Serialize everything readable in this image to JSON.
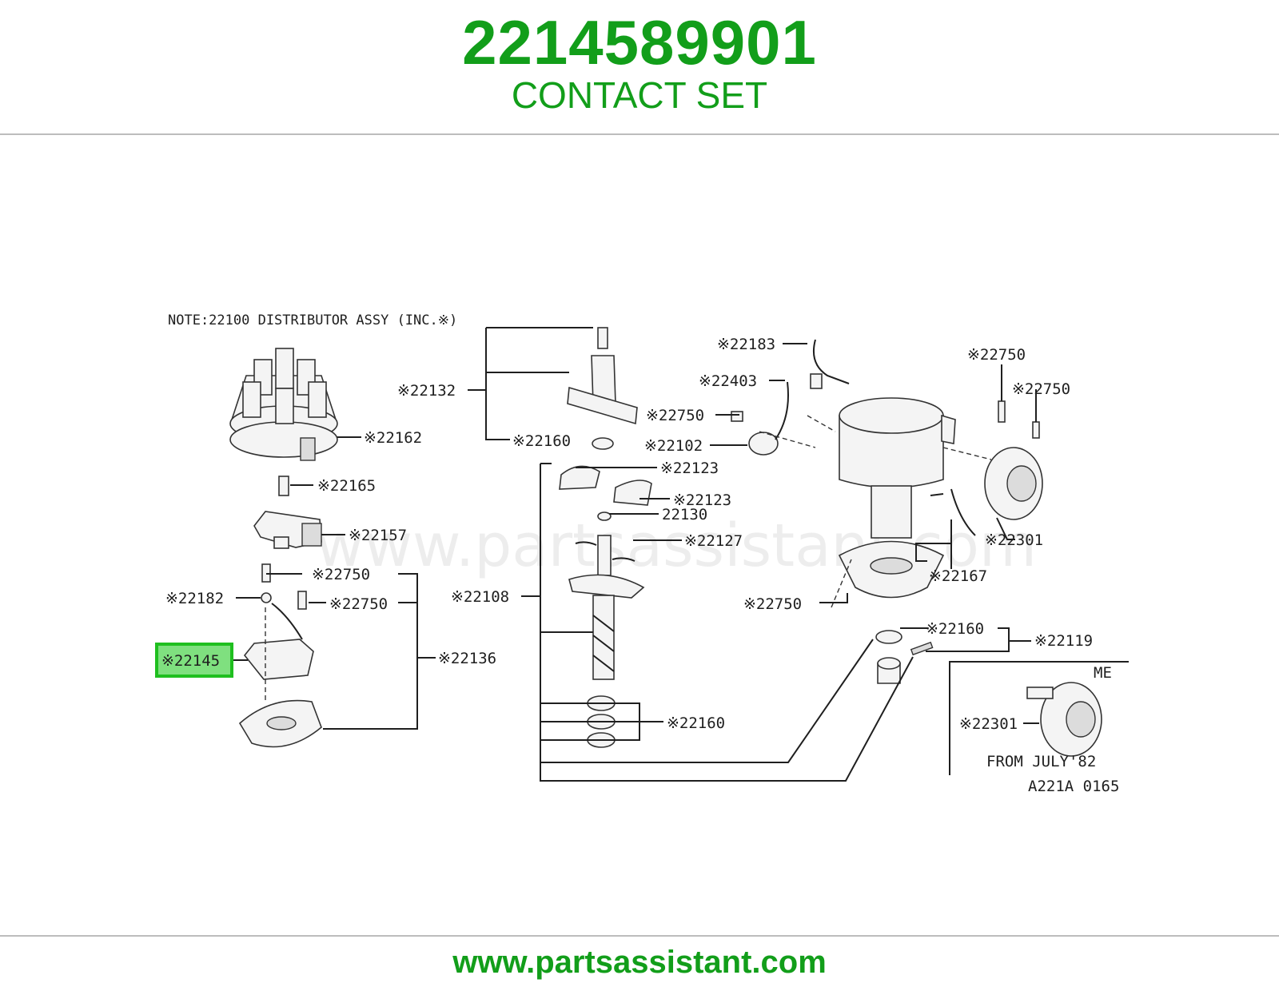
{
  "header": {
    "part_number": "2214589901",
    "part_name": "CONTACT SET"
  },
  "diagram": {
    "note": "NOTE:22100 DISTRIBUTOR ASSY (INC.※)",
    "watermark": "www.partsassistant.com",
    "code": "A221A 0165",
    "from_label": "FROM JULY'82",
    "me_label": "ME",
    "highlight_label": "※22145",
    "callouts": {
      "c22132": "※22132",
      "c22160a": "※22160",
      "c22162": "※22162",
      "c22165": "※22165",
      "c22157": "※22157",
      "c22750a": "※22750",
      "c22182": "※22182",
      "c22750b": "※22750",
      "c22136": "※22136",
      "c22108": "※22108",
      "c22123a": "※22123",
      "c22123b": "※22123",
      "c22130": "22130",
      "c22127": "※22127",
      "c22160b": "※22160",
      "c22183": "※22183",
      "c22403": "※22403",
      "c22750c": "※22750",
      "c22102": "※22102",
      "c22750d": "※22750",
      "c22750e": "※22750",
      "c22301a": "※22301",
      "c22167": "※22167",
      "c22750f": "※22750",
      "c22160c": "※22160",
      "c22119": "※22119",
      "c22301b": "※22301"
    }
  },
  "footer": {
    "url": "www.partsassistant.com"
  },
  "colors": {
    "brand_green": "#129e1a",
    "highlight_fill": "#7fe07f",
    "highlight_border": "#1fbf1f"
  }
}
